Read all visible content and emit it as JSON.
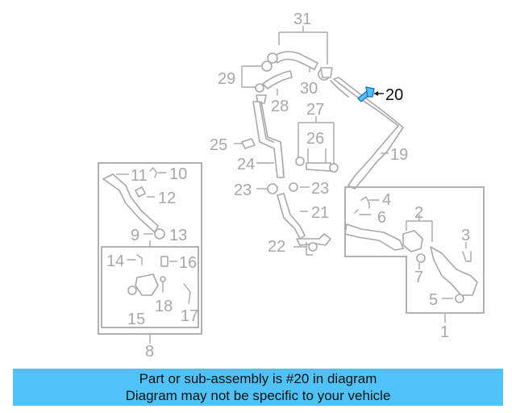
{
  "diagram": {
    "highlight_color": "#4fc3f7",
    "line_color": "#a8a8a8",
    "callouts": {
      "c1": "1",
      "c2": "2",
      "c3": "3",
      "c4": "4",
      "c5": "5",
      "c6": "6",
      "c7": "7",
      "c8": "8",
      "c9": "9",
      "c10": "10",
      "c11": "11",
      "c12": "12",
      "c13": "13",
      "c14": "14",
      "c15": "15",
      "c16": "16",
      "c17": "17",
      "c18": "18",
      "c19": "19",
      "c20": "20",
      "c21": "21",
      "c22": "22",
      "c23a": "23",
      "c23b": "23",
      "c24": "24",
      "c25": "25",
      "c26": "26",
      "c27": "27",
      "c28": "28",
      "c29": "29",
      "c30": "30",
      "c31": "31"
    }
  },
  "banner": {
    "line1": "Part or sub-assembly is #20 in diagram",
    "line2": "Diagram may not be specific to your vehicle",
    "background": "#4fc3f7"
  }
}
